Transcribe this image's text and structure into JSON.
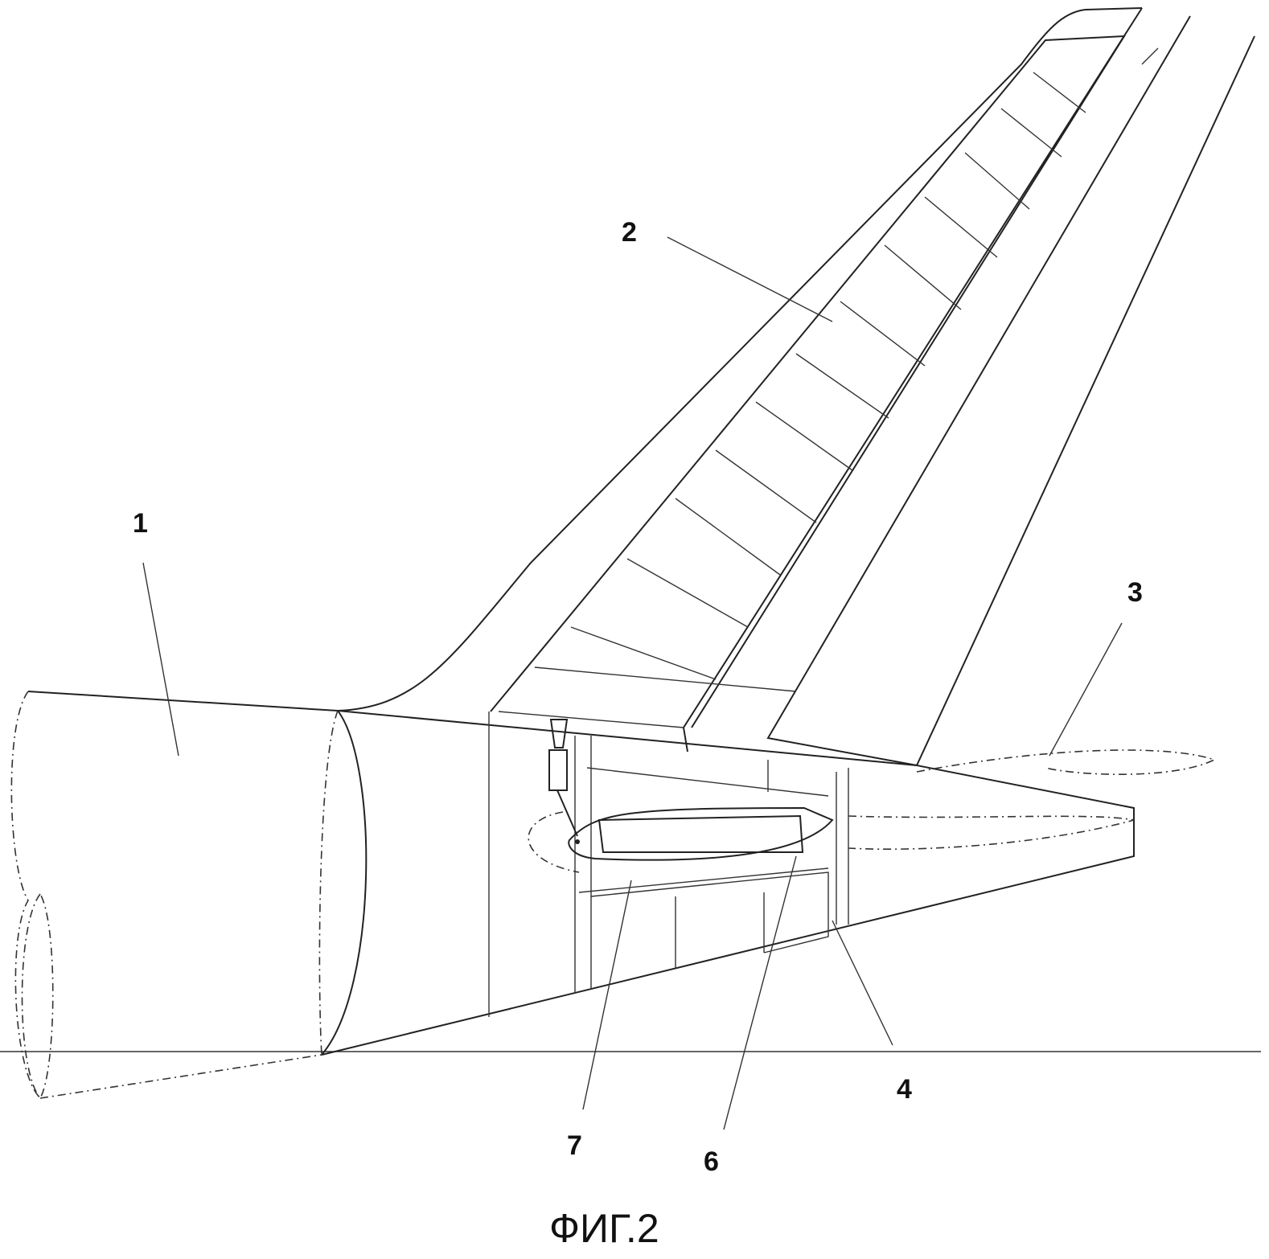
{
  "figure": {
    "caption": "ФИГ.2",
    "labels": {
      "fuselage": "1",
      "fin": "2",
      "stabilizer": "3",
      "frame": "4",
      "actuator_mount": "6",
      "beam": "7"
    }
  }
}
